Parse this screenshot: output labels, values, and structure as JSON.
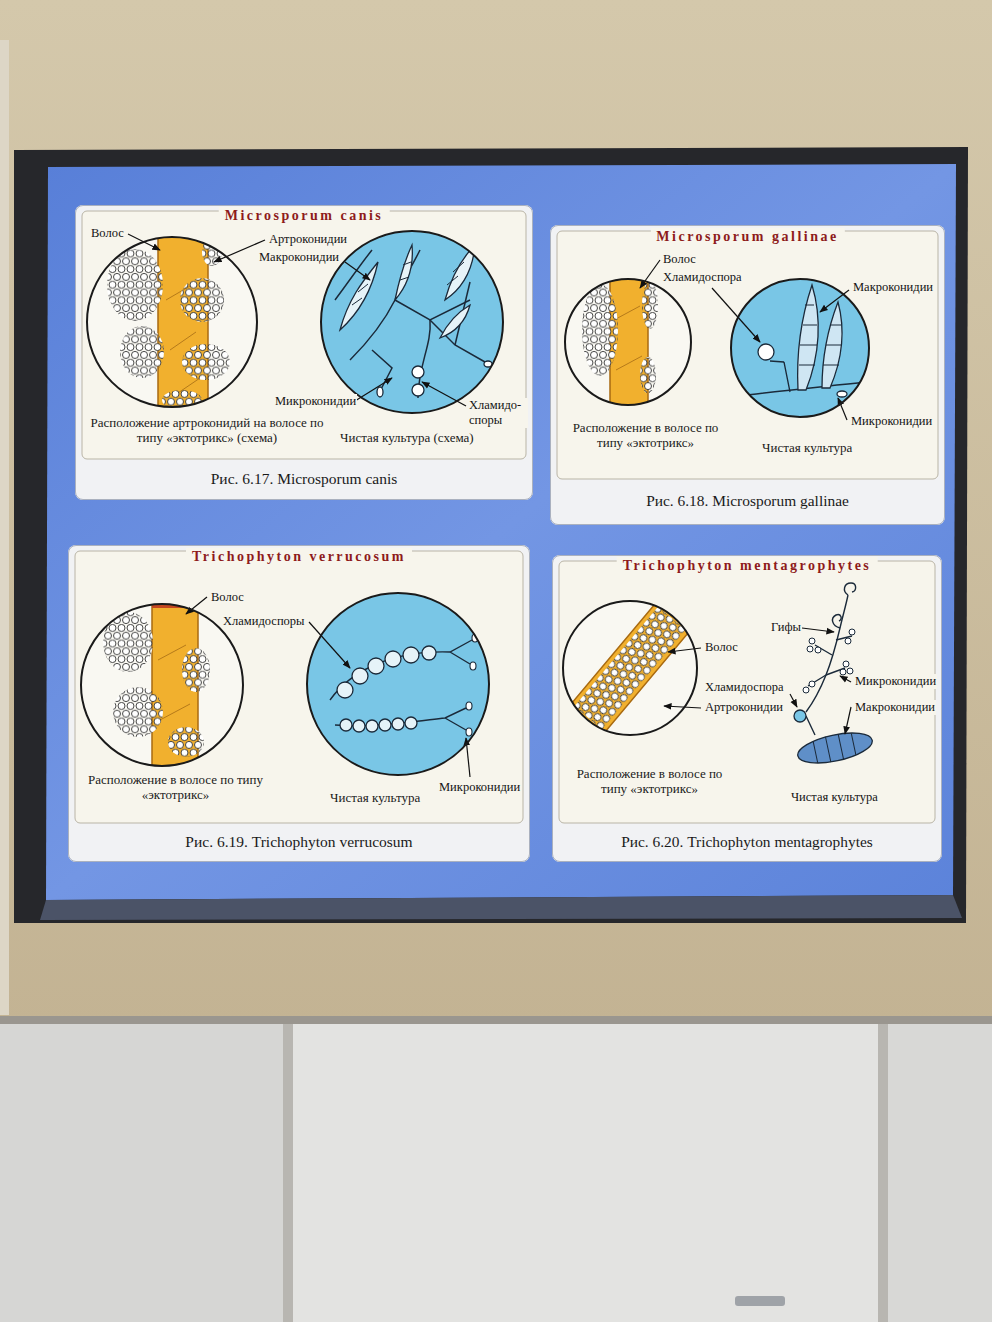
{
  "diagram": {
    "nodes": [
      {
        "text": [
          "Microsporum canis",
          "Рис. 6.17. Microsporum canis"
        ]
      },
      {
        "text": [
          "Расположение артроконидий на волосе по типу «эктотрикс» (схема)"
        ],
        "in": 0
      },
      {
        "text": [
          "Чистая культура (схема)"
        ],
        "in": 0
      },
      {
        "text": [
          "Microsporum gallinae",
          "Рис. 6.18. Microsporum gallinae"
        ]
      },
      {
        "text": [
          "Расположение в волосе по типу «эктотрикс»"
        ],
        "in": 3
      },
      {
        "text": [
          "Чистая культура"
        ],
        "in": 3
      },
      {
        "text": [
          "Trichophyton verrucosum",
          "Рис. 6.19. Trichophyton verrucosum"
        ]
      },
      {
        "text": [
          "Расположение в волосе по типу «эктотрикс»"
        ],
        "in": 6
      },
      {
        "text": [
          "Чистая культура"
        ],
        "in": 6
      },
      {
        "text": [
          "Trichophyton mentagrophytes",
          "Рис. 6.20. Trichophyton mentagrophytes"
        ]
      },
      {
        "text": [
          "Расположение в волосе по типу «эктотрикс»"
        ],
        "in": 9
      }
    ],
    "labels": [
      "Волос",
      "Артроконидии",
      "Макроконидии",
      "Микроконидии",
      "Хламидо- споры",
      "Волос",
      "Хламидоспора",
      "Макроконидии",
      "Микроконидии",
      "Волос",
      "Хламидоспоры",
      "Микроконидии",
      "Гифы",
      "Микроконидии",
      "Макроконидии",
      "Волос",
      "Хламидоспора",
      "Артроконидии",
      "Чистая культура"
    ]
  }
}
